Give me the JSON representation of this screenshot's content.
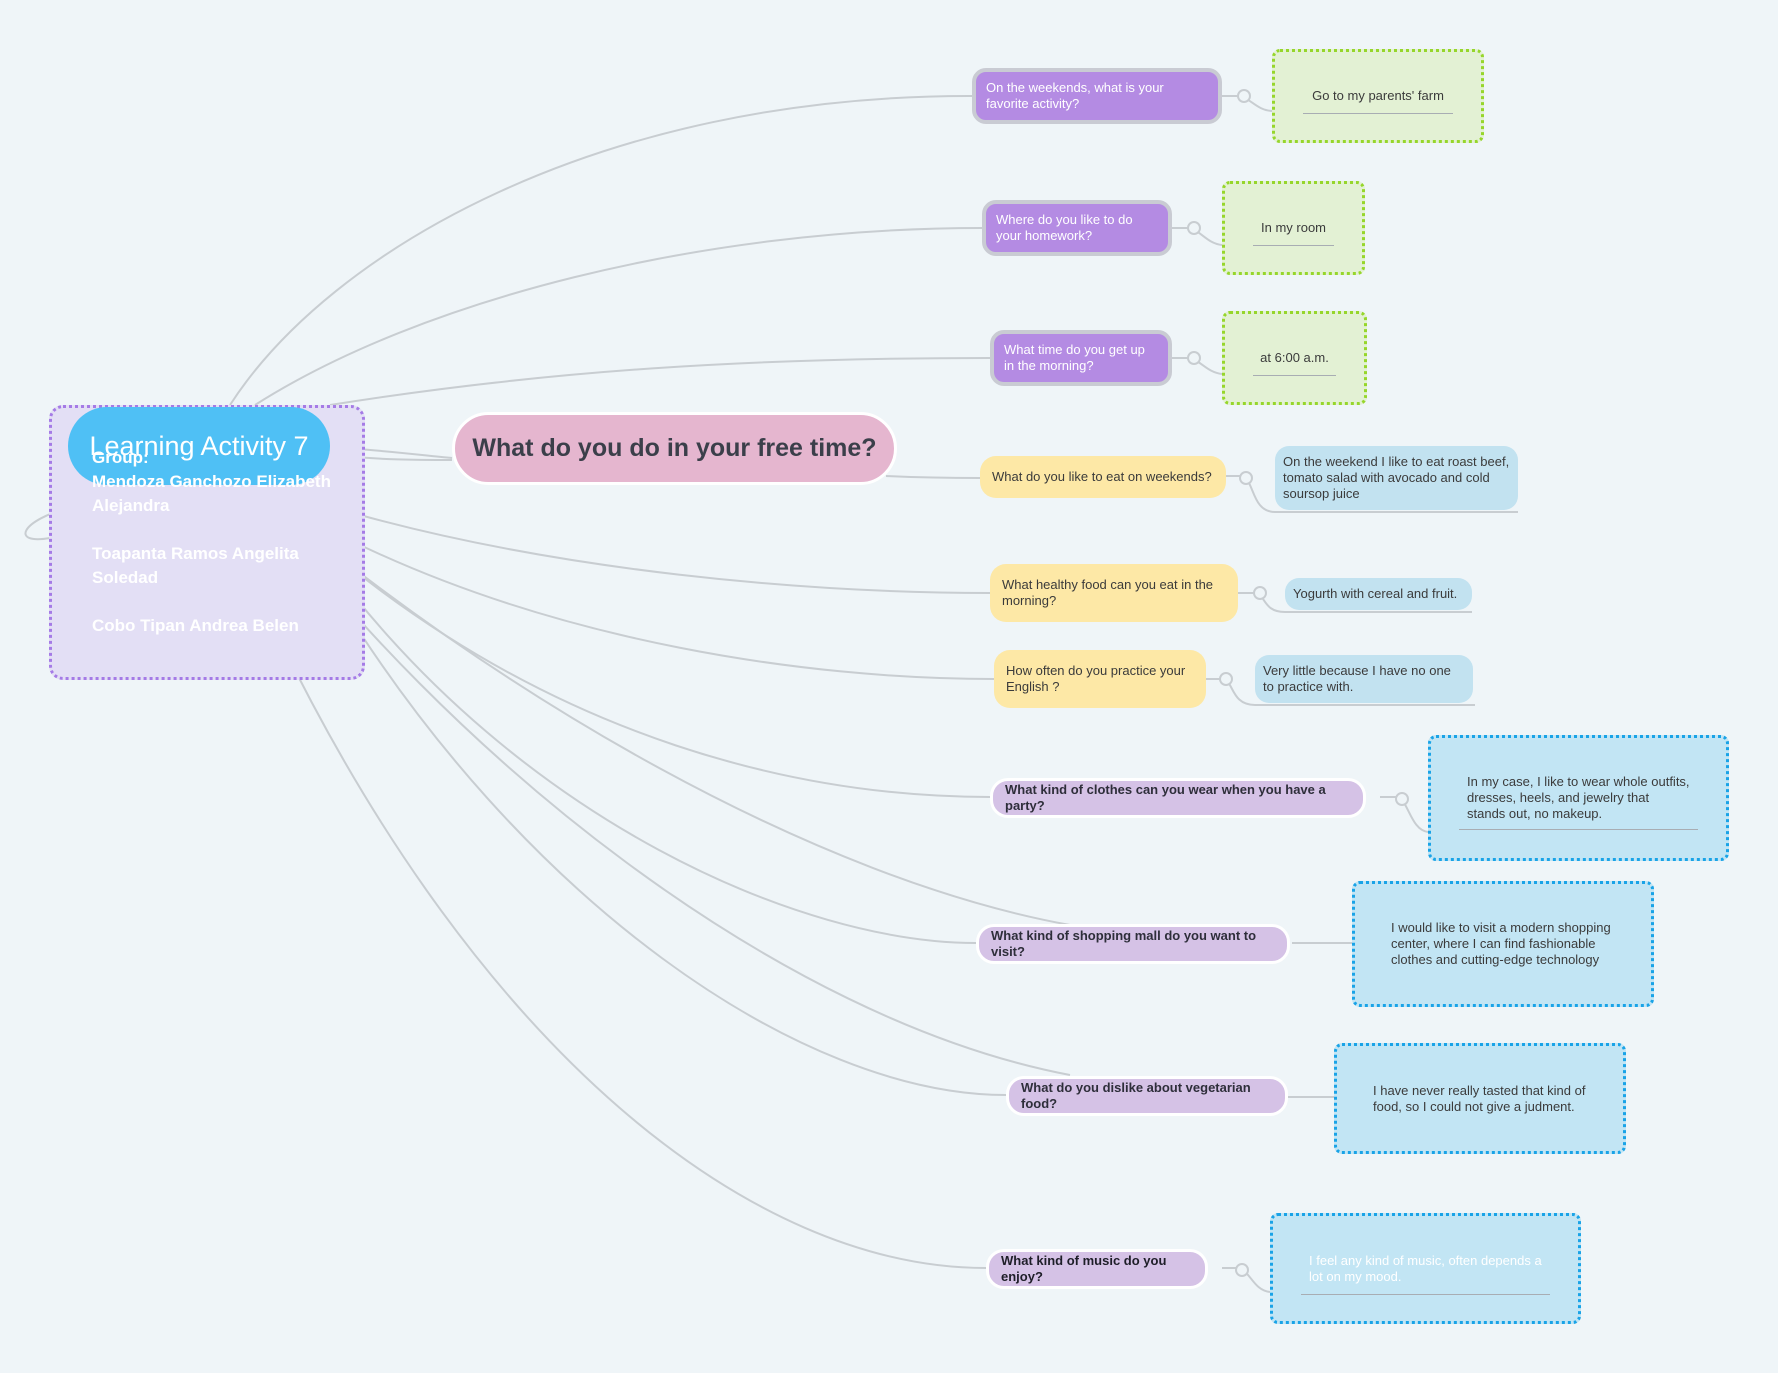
{
  "title": "Learning Activity 7",
  "group_label": "Group:",
  "members": [
    "Mendoza Ganchozo Elizabeth Alejandra",
    "Toapanta Ramos Angelita Soledad",
    "Cobo Tipan Andrea Belen"
  ],
  "central_topic": "What do you do in your free time?",
  "branches": [
    {
      "question": "On the weekends, what is your favorite activity?",
      "answer": "Go to my parents' farm"
    },
    {
      "question": "Where do you like to do your homework?",
      "answer": "In my room"
    },
    {
      "question": "What time do you get up in the morning?",
      "answer": "at 6:00 a.m."
    },
    {
      "question": "What do you like to eat on weekends?",
      "answer": "On the weekend I like to eat roast beef, tomato salad with avocado and cold soursop juice"
    },
    {
      "question": "What healthy food can you  eat  in the morning?",
      "answer": "Yogurth with cereal and fruit."
    },
    {
      "question": "How often do you practice your English ?",
      "answer": "Very little because I have no one to practice with."
    },
    {
      "question": "What kind of clothes can you wear when you have a party?",
      "answer": "In my case, I like to wear whole outfits, dresses, heels, and jewelry that stands out, no makeup."
    },
    {
      "question": "What kind of shopping mall do you want to visit?",
      "answer": "I would like to visit a modern shopping center, where I can find fashionable clothes and cutting-edge technology"
    },
    {
      "question": "What do you dislike about vegetarian food?",
      "answer": "I have never really tasted that kind of food, so I could not give a judment."
    },
    {
      "question": "What kind of music do you enjoy?",
      "answer": "I feel any kind of music, often depends a lot on my mood."
    }
  ],
  "colors": {
    "background": "#eff5f8",
    "group_box": "#e3dff5",
    "title_pill": "#4fc0f5",
    "central": "#e5b6cf",
    "question_purple": "#b48be3",
    "question_yellow": "#fde8a6",
    "question_lilac": "#d5c2e6",
    "answer_green": "#e3f1d4",
    "answer_blue": "#c2e2f0",
    "connector": "#c8cdd1"
  }
}
